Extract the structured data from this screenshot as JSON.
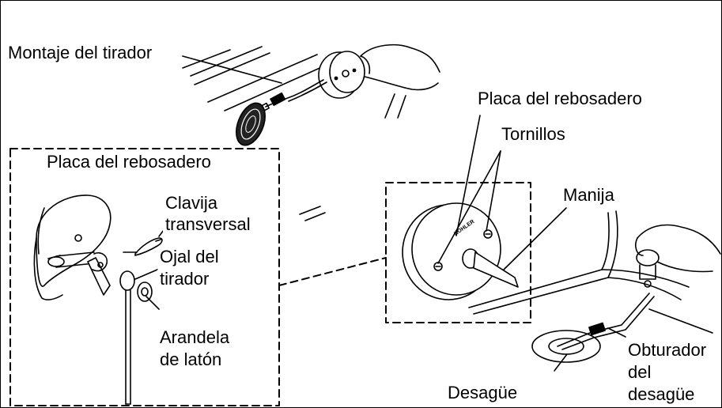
{
  "labels": {
    "montaje_tirador": "Montaje del tirador",
    "placa_rebosadero_right": "Placa del rebosadero",
    "tornillos": "Tornillos",
    "placa_rebosadero_box": "Placa del rebosadero",
    "clavija_line1": "Clavija",
    "clavija_line2": "transversal",
    "ojal_line1": "Ojal del",
    "ojal_line2": "tirador",
    "arandela_line1": "Arandela",
    "arandela_line2": "de latón",
    "manija": "Manija",
    "obturador_line1": "Obturador",
    "obturador_line2": "del",
    "obturador_line3": "desagüe",
    "desague": "Desagüe",
    "brand_mark": "KOHLER"
  }
}
